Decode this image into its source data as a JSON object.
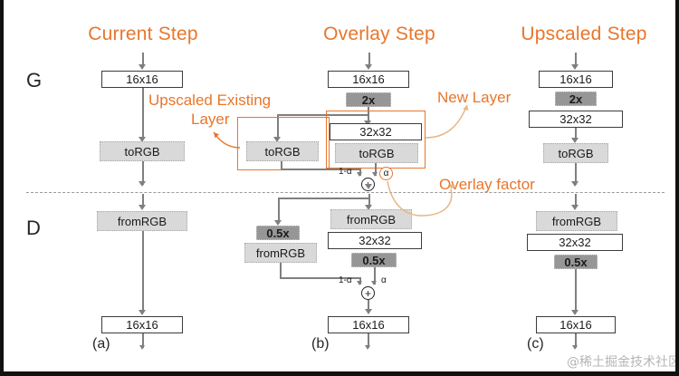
{
  "figure": {
    "titles": [
      {
        "label": "Current Step"
      },
      {
        "label": "Overlay Step"
      },
      {
        "label": "Upscaled Step"
      }
    ],
    "side_labels": {
      "generator": "G",
      "discriminator": "D"
    },
    "captions": [
      "(a)",
      "(b)",
      "(c)"
    ],
    "annotations": [
      {
        "name": "upscaled-existing-layer",
        "line1": "Upscaled Existing",
        "line2": "Layer"
      },
      {
        "name": "new-layer",
        "text": "New Layer"
      },
      {
        "name": "overlay-factor",
        "text": "Overlay factor"
      }
    ],
    "alpha": {
      "left": "1-α",
      "right": "α",
      "plus": "+"
    },
    "watermark": "@稀土掘金技术社区",
    "colors": {
      "accent_orange": "#E8762C",
      "box_white": "#ffffff",
      "box_light_gray": "#d9d9d9",
      "box_dark_gray": "#969696",
      "arrow_gray": "#7f7f7f",
      "text_dark": "#262626"
    }
  },
  "columns": {
    "current": {
      "generator": [
        {
          "name": "node-16x16",
          "label": "16x16",
          "style": "white"
        },
        {
          "name": "node-torgb",
          "label": "toRGB",
          "style": "gray"
        }
      ],
      "discriminator": [
        {
          "name": "node-fromrgb",
          "label": "fromRGB",
          "style": "gray"
        },
        {
          "name": "node-16x16",
          "label": "16x16",
          "style": "white"
        }
      ]
    },
    "overlay": {
      "generator": [
        {
          "name": "node-16x16",
          "label": "16x16",
          "style": "white"
        },
        {
          "name": "node-2x",
          "label": "2x",
          "style": "dark"
        },
        {
          "name": "node-torgb-existing",
          "label": "toRGB",
          "style": "gray"
        },
        {
          "name": "node-32x32",
          "label": "32x32",
          "style": "white"
        },
        {
          "name": "node-torgb-new",
          "label": "toRGB",
          "style": "gray"
        }
      ],
      "discriminator": [
        {
          "name": "node-0.5x",
          "label": "0.5x",
          "style": "dark"
        },
        {
          "name": "node-fromrgb-existing",
          "label": "fromRGB",
          "style": "gray"
        },
        {
          "name": "node-fromrgb-new",
          "label": "fromRGB",
          "style": "gray"
        },
        {
          "name": "node-32x32",
          "label": "32x32",
          "style": "white"
        },
        {
          "name": "node-0.5x-new",
          "label": "0.5x",
          "style": "dark"
        },
        {
          "name": "node-16x16",
          "label": "16x16",
          "style": "white"
        }
      ]
    },
    "upscaled": {
      "generator": [
        {
          "name": "node-16x16",
          "label": "16x16",
          "style": "white"
        },
        {
          "name": "node-2x",
          "label": "2x",
          "style": "dark"
        },
        {
          "name": "node-32x32",
          "label": "32x32",
          "style": "white"
        },
        {
          "name": "node-torgb",
          "label": "toRGB",
          "style": "gray"
        }
      ],
      "discriminator": [
        {
          "name": "node-fromrgb",
          "label": "fromRGB",
          "style": "gray"
        },
        {
          "name": "node-32x32",
          "label": "32x32",
          "style": "white"
        },
        {
          "name": "node-0.5x",
          "label": "0.5x",
          "style": "dark"
        },
        {
          "name": "node-16x16",
          "label": "16x16",
          "style": "white"
        }
      ]
    }
  }
}
